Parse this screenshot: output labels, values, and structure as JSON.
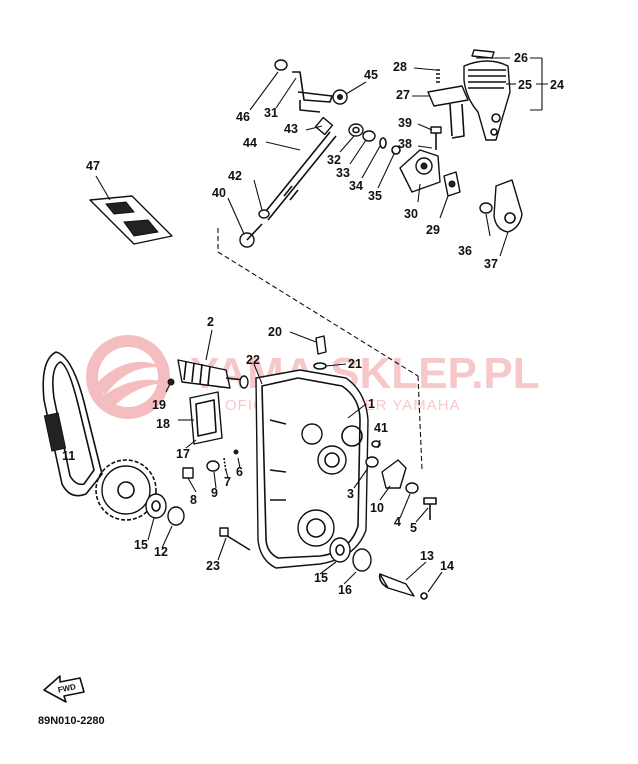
{
  "diagram": {
    "code": "89N010-2280",
    "fwd_label": "FWD",
    "watermark": {
      "main": "YAMA-SKLEP.PL",
      "sub": "OFICJALNY DEALER YAMAHA",
      "color": "#e0484f"
    },
    "callouts": [
      {
        "id": "c1",
        "text": "1"
      },
      {
        "id": "c2",
        "text": "2"
      },
      {
        "id": "c3",
        "text": "3"
      },
      {
        "id": "c4",
        "text": "4"
      },
      {
        "id": "c5",
        "text": "5"
      },
      {
        "id": "c6",
        "text": "6"
      },
      {
        "id": "c7",
        "text": "7"
      },
      {
        "id": "c8",
        "text": "8"
      },
      {
        "id": "c9",
        "text": "9"
      },
      {
        "id": "c10",
        "text": "10"
      },
      {
        "id": "c11",
        "text": "11"
      },
      {
        "id": "c12",
        "text": "12"
      },
      {
        "id": "c13",
        "text": "13"
      },
      {
        "id": "c14",
        "text": "14"
      },
      {
        "id": "c15a",
        "text": "15"
      },
      {
        "id": "c15b",
        "text": "15"
      },
      {
        "id": "c16",
        "text": "16"
      },
      {
        "id": "c17",
        "text": "17"
      },
      {
        "id": "c18",
        "text": "18"
      },
      {
        "id": "c19",
        "text": "19"
      },
      {
        "id": "c20",
        "text": "20"
      },
      {
        "id": "c21",
        "text": "21"
      },
      {
        "id": "c22",
        "text": "22"
      },
      {
        "id": "c23",
        "text": "23"
      },
      {
        "id": "c24",
        "text": "24"
      },
      {
        "id": "c25",
        "text": "25"
      },
      {
        "id": "c26",
        "text": "26"
      },
      {
        "id": "c27",
        "text": "27"
      },
      {
        "id": "c28",
        "text": "28"
      },
      {
        "id": "c29",
        "text": "29"
      },
      {
        "id": "c30",
        "text": "30"
      },
      {
        "id": "c31",
        "text": "31"
      },
      {
        "id": "c32",
        "text": "32"
      },
      {
        "id": "c33",
        "text": "33"
      },
      {
        "id": "c34",
        "text": "34"
      },
      {
        "id": "c35",
        "text": "35"
      },
      {
        "id": "c36",
        "text": "36"
      },
      {
        "id": "c37",
        "text": "37"
      },
      {
        "id": "c38",
        "text": "38"
      },
      {
        "id": "c39",
        "text": "39"
      },
      {
        "id": "c40",
        "text": "40"
      },
      {
        "id": "c41",
        "text": "41"
      },
      {
        "id": "c42",
        "text": "42"
      },
      {
        "id": "c43",
        "text": "43"
      },
      {
        "id": "c44",
        "text": "44"
      },
      {
        "id": "c45",
        "text": "45"
      },
      {
        "id": "c46",
        "text": "46"
      },
      {
        "id": "c47",
        "text": "47"
      }
    ]
  }
}
